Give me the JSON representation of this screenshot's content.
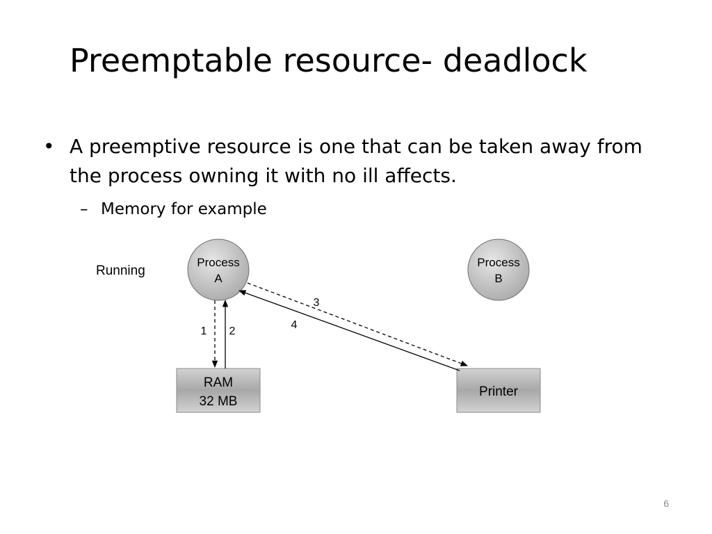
{
  "slide": {
    "title": "Preemptable resource- deadlock",
    "bullet_marker": "•",
    "bullet": "A preemptive resource is one that can be taken away from the process owning it with no ill affects.",
    "sub_marker": "–",
    "sub_bullet": "Memory for example",
    "page_number": "6"
  },
  "diagram": {
    "state_label": "Running",
    "process_a": {
      "line1": "Process",
      "line2": "A"
    },
    "process_b": {
      "line1": "Process",
      "line2": "B"
    },
    "ram": {
      "line1": "RAM",
      "line2": "32 MB"
    },
    "printer": {
      "label": "Printer"
    },
    "edges": {
      "e1": "1",
      "e2": "2",
      "e3": "3",
      "e4": "4"
    }
  }
}
